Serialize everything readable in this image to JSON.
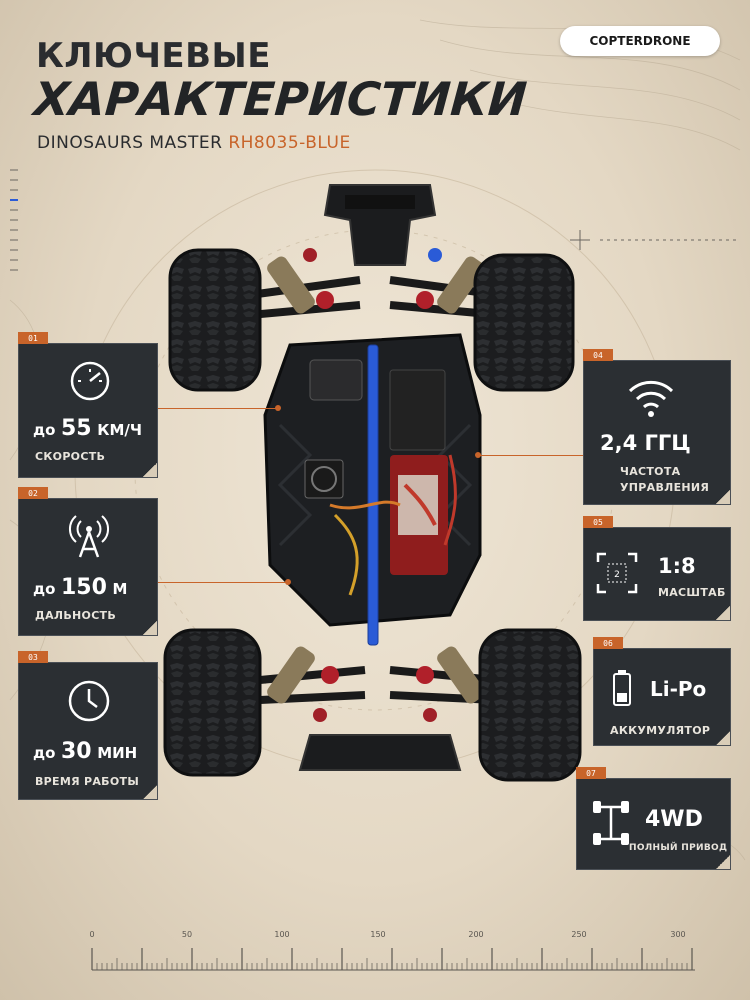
{
  "header": {
    "title_line1": "КЛЮЧЕВЫЕ",
    "title_line2": "ХАРАКТЕРИСТИКИ",
    "model_name": "DINOSAURS MASTER",
    "model_code": "RH8035-BLUE"
  },
  "logo": {
    "text": "COPTERDRONE"
  },
  "specs": [
    {
      "number": "01",
      "prefix": "до",
      "value": "55",
      "unit": "КМ/Ч",
      "label": "СКОРОСТЬ",
      "icon": "speedometer-icon"
    },
    {
      "number": "02",
      "prefix": "до",
      "value": "150",
      "unit": "М",
      "label": "ДАЛЬНОСТЬ",
      "icon": "antenna-icon"
    },
    {
      "number": "03",
      "prefix": "до",
      "value": "30",
      "unit": "МИН",
      "label": "ВРЕМЯ РАБОТЫ",
      "icon": "clock-icon"
    },
    {
      "number": "04",
      "value": "2,4 ГГЦ",
      "label_line1": "ЧАСТОТА",
      "label_line2": "УПРАВЛЕНИЯ",
      "icon": "wifi-icon"
    },
    {
      "number": "05",
      "value": "1:8",
      "label": "МАСШТАБ",
      "icon": "scale-icon",
      "icon_digit": "2"
    },
    {
      "number": "06",
      "value": "Li-Po",
      "label": "АККУМУЛЯТОР",
      "icon": "battery-icon"
    },
    {
      "number": "07",
      "value": "4WD",
      "label": "ПОЛНЫЙ ПРИВОД",
      "icon": "drivetrain-icon"
    }
  ],
  "ruler": {
    "labels": [
      "0",
      "50",
      "100",
      "150",
      "200",
      "250",
      "300"
    ]
  },
  "colors": {
    "accent": "#c8642a",
    "card": "#2b2f33",
    "background": "#e4d8c4",
    "chassis_blue": "#2a5bd7"
  }
}
